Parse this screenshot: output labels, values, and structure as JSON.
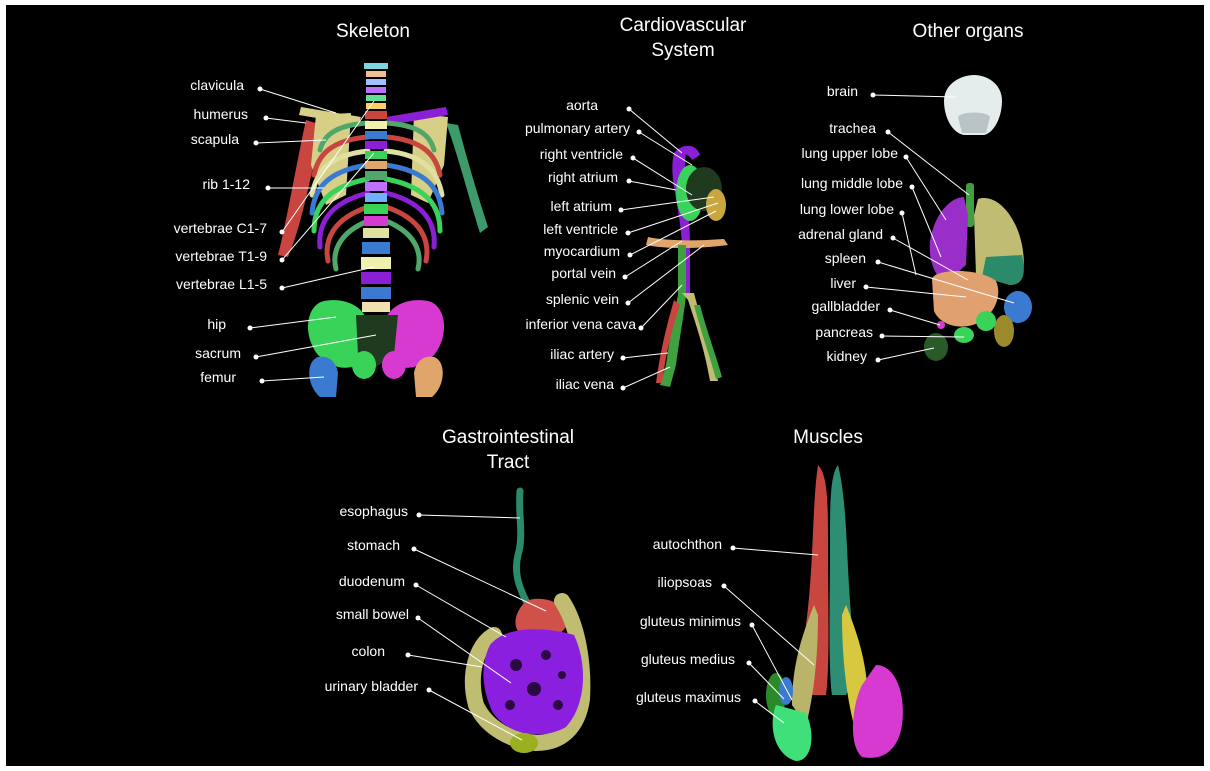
{
  "panels": {
    "skeleton": {
      "title": "Skeleton",
      "labels": [
        "clavicula",
        "humerus",
        "scapula",
        "rib 1-12",
        "vertebrae C1-7",
        "vertebrae T1-9",
        "vertebrae L1-5",
        "hip",
        "sacrum",
        "femur"
      ]
    },
    "cardio": {
      "title_line1": "Cardiovascular",
      "title_line2": "System",
      "labels": [
        "aorta",
        "pulmonary artery",
        "right ventricle",
        "right atrium",
        "left atrium",
        "left ventricle",
        "myocardium",
        "portal vein",
        "splenic vein",
        "inferior vena cava",
        "iliac artery",
        "iliac vena"
      ]
    },
    "organs": {
      "title": "Other organs",
      "labels": [
        "brain",
        "trachea",
        "lung upper lobe",
        "lung middle lobe",
        "lung lower lobe",
        "adrenal gland",
        "spleen",
        "liver",
        "gallbladder",
        "pancreas",
        "kidney"
      ]
    },
    "gi": {
      "title_line1": "Gastrointestinal",
      "title_line2": "Tract",
      "labels": [
        "esophagus",
        "stomach",
        "duodenum",
        "small bowel",
        "colon",
        "urinary bladder"
      ]
    },
    "muscles": {
      "title": "Muscles",
      "labels": [
        "autochthon",
        "iliopsoas",
        "gluteus minimus",
        "gluteus medius",
        "gluteus maximus"
      ]
    }
  },
  "colors": {
    "background": "#000000",
    "bone_yellow": "#d8cf86",
    "rib_green": "#4fa86a",
    "humerus_red": "#c9453f",
    "humerus_green": "#3d9a6a",
    "hip_green": "#39d35a",
    "hip_magenta": "#d63ad0",
    "femur_blue": "#3a7ad0",
    "femur_tan": "#e0a56a",
    "aorta_purple": "#8a1fd6",
    "cava_green": "#3fa040",
    "lung_purple": "#9a2ec8",
    "lung_teal": "#2a8a6a",
    "liver_tan": "#e0a070",
    "gi_purple": "#8a1fe0",
    "gi_olive": "#c0bd72",
    "stomach_red": "#d0504a",
    "esophagus_teal": "#2a8a6a",
    "muscle_red": "#c9453f",
    "muscle_teal": "#2e8e74",
    "muscle_olive": "#b9b46a",
    "muscle_magenta": "#d63ad0",
    "muscle_green": "#3fe07a"
  }
}
